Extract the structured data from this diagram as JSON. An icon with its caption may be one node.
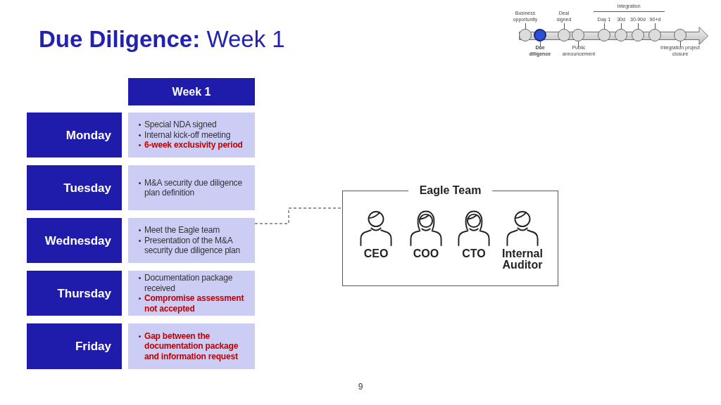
{
  "diagram": {
    "title": "**Due Diligence:** Week 1",
    "nodes": [
      {
        "text": [],
        "shape": "circle",
        "beside": [
          "Business opportunity"
        ]
      },
      {
        "text": [],
        "shape": "circle",
        "beside": [
          "Due diligence"
        ]
      },
      {
        "text": [],
        "shape": "circle",
        "beside": [
          "Deal signed"
        ]
      },
      {
        "text": [],
        "shape": "circle",
        "beside": [
          "Public announcement"
        ]
      },
      {
        "text": [],
        "shape": "circle",
        "beside": [
          "Day 1"
        ]
      },
      {
        "text": [],
        "shape": "circle",
        "beside": [
          "30d"
        ]
      },
      {
        "text": [],
        "shape": "circle",
        "beside": [
          "30-90d"
        ]
      },
      {
        "text": [],
        "shape": "circle",
        "beside": [
          "90+d"
        ]
      },
      {
        "text": [],
        "shape": "circle",
        "beside": [
          "Integration project closure"
        ]
      },
      {
        "text": [
          "Week 1"
        ]
      },
      {
        "text": [
          "Monday"
        ]
      },
      {
        "text": [
          "Special NDA signed",
          "Internal kick-off meeting",
          "6-week exclusivity period"
        ]
      },
      {
        "text": [
          "Tuesday"
        ]
      },
      {
        "text": [
          "M&A security due diligence plan definition"
        ]
      },
      {
        "text": [
          "Wednesday"
        ]
      },
      {
        "text": [
          "Meet the Eagle team",
          "Presentation of the M&A security due diligence plan"
        ]
      },
      {
        "text": [
          "Thursday"
        ]
      },
      {
        "text": [
          "Documentation package received",
          "Compromise assessment not accepted"
        ]
      },
      {
        "text": [
          "Friday"
        ]
      },
      {
        "text": [
          "Gap between the documentation package and information request"
        ]
      },
      {
        "text": [
          "Eagle Team"
        ]
      },
      {
        "text": [
          "CEO"
        ],
        "in": 20
      },
      {
        "text": [
          "COO"
        ],
        "in": 20
      },
      {
        "text": [
          "CTO"
        ],
        "in": 20
      },
      {
        "text": [
          "Internal Auditor"
        ],
        "in": 20
      }
    ],
    "edges": [
      {
        "from": 15,
        "to": 20,
        "arrow": "none",
        "style": "dashed"
      }
    ],
    "labels": [
      "Integration",
      "9"
    ]
  }
}
